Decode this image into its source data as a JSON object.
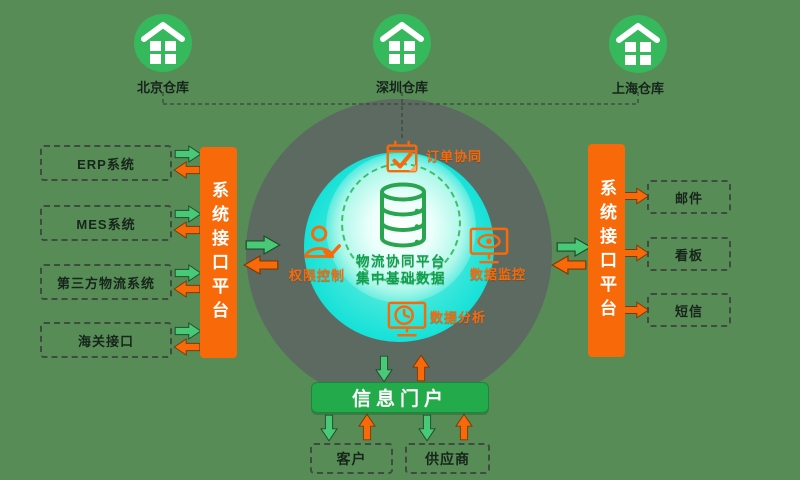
{
  "warehouses": [
    {
      "label": "北京仓库",
      "icon": "warehouse-icon"
    },
    {
      "label": "深圳仓库",
      "icon": "warehouse-icon"
    },
    {
      "label": "上海仓库",
      "icon": "warehouse-icon"
    }
  ],
  "left_systems": [
    {
      "label": "ERP系统"
    },
    {
      "label": "MES系统"
    },
    {
      "label": "第三方物流系统"
    },
    {
      "label": "海关接口"
    }
  ],
  "interface_bar_left": {
    "label": "系统接口平台"
  },
  "interface_bar_right": {
    "label": "系统接口平台"
  },
  "core": {
    "line1": "物流协同平台",
    "line2": "集中基础数据",
    "icon": "database-icon",
    "features": [
      {
        "label": "订单协同",
        "icon": "order-check-icon"
      },
      {
        "label": "权限控制",
        "icon": "user-permission-icon"
      },
      {
        "label": "数据监控",
        "icon": "monitor-eye-icon"
      },
      {
        "label": "数据分析",
        "icon": "monitor-clock-icon"
      }
    ]
  },
  "right_channels": [
    {
      "label": "邮件"
    },
    {
      "label": "看板"
    },
    {
      "label": "短信"
    }
  ],
  "portal": {
    "label": "信息门户"
  },
  "bottom_parties": [
    {
      "label": "客户"
    },
    {
      "label": "供应商"
    }
  ],
  "colors": {
    "background_green": "#578c57",
    "ring_gray": "#5d6a61",
    "core_cyan": "#0ee0d8",
    "accent_orange": "#f8690a",
    "warehouse_green": "#35b95c",
    "portal_green": "#23aa4b",
    "arrow_green": "#49c977",
    "core_text_green": "#0da14c",
    "dark_text": "#17251b"
  }
}
